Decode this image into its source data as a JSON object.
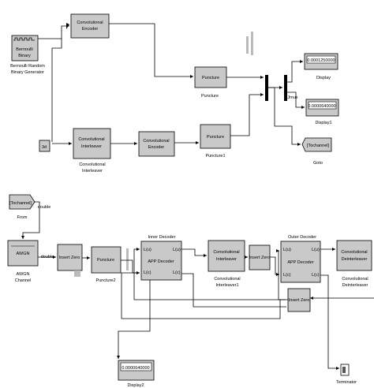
{
  "blocks": {
    "bernoulli": {
      "text": "Bernoulli Binary",
      "caption": "Bernoulli Random Binary Generator"
    },
    "conv_enc_top": {
      "text": "Convolutional Encoder"
    },
    "punc_top": {
      "text": "Puncture",
      "caption": "Puncture"
    },
    "conv_interleaver": {
      "text": "Convolutional Interleaver",
      "caption": "Convolutional Interleaver"
    },
    "conv_enc_mid": {
      "text": "Convolutional Encoder"
    },
    "punc1": {
      "text": "Puncture",
      "caption": "Puncture1"
    },
    "display_top": {
      "text": "0.0001250000",
      "caption": "Display"
    },
    "display1": {
      "text": "0.0000640000",
      "caption": "Display1"
    },
    "goto": {
      "text": "[Tochannel]",
      "caption": "Goto"
    },
    "const_3d": {
      "text": "3d"
    },
    "jmux_label": {
      "text": "Jmux"
    },
    "from": {
      "text": "[Tochannel]",
      "caption": "From"
    },
    "awgn": {
      "text": "AWGN",
      "caption": "AWGN Channel"
    },
    "insert_zero1": {
      "text": "Insert Zero"
    },
    "punc2": {
      "text": "Puncture",
      "caption": "Puncture2"
    },
    "inner_decoder": {
      "title": "Inner Decoder",
      "text": "APP Decoder",
      "port_lu": "L(u)",
      "port_lc": "L(c)",
      "caption_inner": "Inner Decoder"
    },
    "interleaver1": {
      "text": "Convolutional Interleaver",
      "caption": "Convolutional Interleaver1"
    },
    "insert_zero2": {
      "text": "Insert Zero"
    },
    "outer_decoder": {
      "title": "Outer Decoder",
      "text": "APP Decoder",
      "port_lu": "L(u)",
      "port_lc": "L(c)"
    },
    "deinterleaver": {
      "text": "Convolutional Deinterleaver",
      "caption": "Convolutional Deinterleaver"
    },
    "insert_zero3": {
      "text": "Insert Zero"
    },
    "display2": {
      "text": "0.0000640000",
      "caption": "Display2"
    },
    "terminator": {
      "caption": "Terminator"
    },
    "signal_label_from": {
      "text": "double"
    },
    "signal_label_awgn": {
      "text": "double"
    }
  }
}
